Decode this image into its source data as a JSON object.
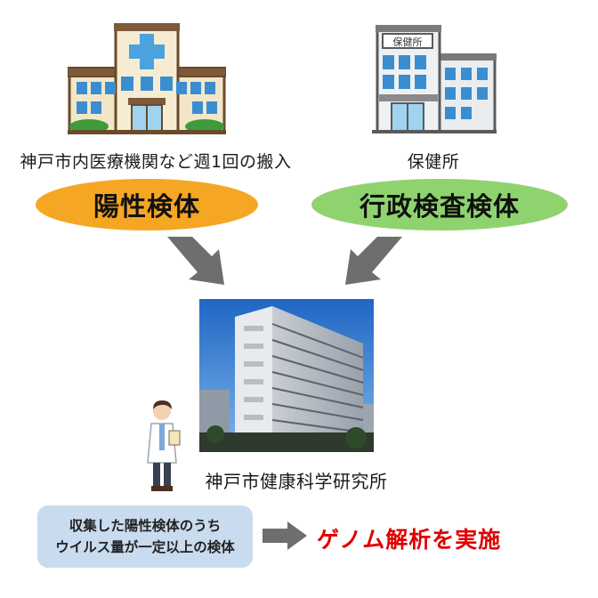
{
  "left_source": {
    "caption": "神戸市内医療機関など週1回の搬入",
    "category": "陽性検体",
    "color": "#f5a623"
  },
  "right_source": {
    "caption": "保健所",
    "sign": "保健所",
    "category": "行政検査検体",
    "color": "#8fd36f"
  },
  "institute": {
    "caption": "神戸市健康科学研究所"
  },
  "bottom": {
    "box_line1": "収集した陽性検体のうち",
    "box_line2": "ウイルス量が一定以上の検体",
    "box_color": "#c9dbef",
    "result": "ゲノム解析を実施",
    "result_color": "#e00000"
  },
  "icons": [
    "hospital-icon",
    "health-center-icon",
    "institute-building-image",
    "researcher-icon",
    "arrow-icon"
  ]
}
